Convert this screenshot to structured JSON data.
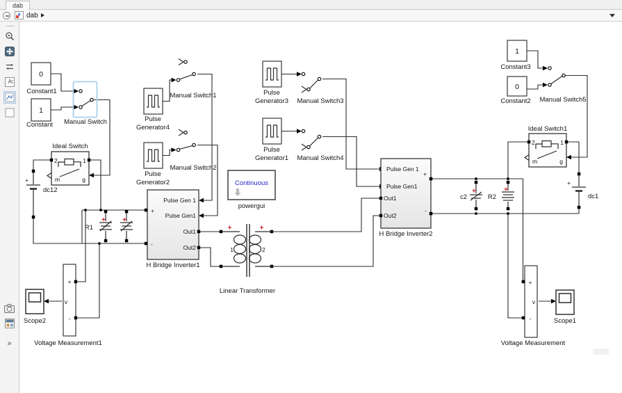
{
  "window": {
    "tab_label": "dab",
    "breadcrumb_model": "dab"
  },
  "sidebar": {
    "icons": [
      "zoom-fit-icon",
      "pan-view-icon",
      "compare-arrows-icon",
      "annotation-icon",
      "signal-curve-icon",
      "blank-region-icon",
      "snapshot-camera-icon",
      "model-panel-icon"
    ],
    "more_label": "»"
  },
  "colors": {
    "selection": "#a8cfec",
    "continuous_blue": "#2626cc",
    "polarity_red": "#cc1111"
  },
  "diagram": {
    "constant1": {
      "value": "0",
      "label": "Constant1"
    },
    "constant": {
      "value": "1",
      "label": "Constant"
    },
    "manual_switch": {
      "label": "Manual Switch"
    },
    "ideal_switch": {
      "label": "Ideal Switch",
      "p2": "2",
      "p1": "1",
      "pm": "m",
      "pg": "g"
    },
    "dc12": {
      "plus": "+",
      "label": "dc12"
    },
    "r1": {
      "label": "R1"
    },
    "pg4": {
      "line1": "Pulse",
      "line2": "Generator4"
    },
    "manual_switch1": {
      "label": "Manual Switch1"
    },
    "pg2": {
      "line1": "Pulse",
      "line2": "Generator2"
    },
    "manual_switch2": {
      "label": "Manual Switch2"
    },
    "hb1": {
      "pg1": "Pulse Gen 1",
      "pg1b": "Pulse Gen1",
      "out1": "Out1",
      "out2": "Out2",
      "plus": "+",
      "minus": "-",
      "label": "H Bridge Inverter1"
    },
    "powergui": {
      "mode": "Continuous",
      "label": "powergui"
    },
    "pg3": {
      "line1": "Pulse",
      "line2": "Generator3"
    },
    "manual_switch3": {
      "label": "Manual Switch3"
    },
    "pg1": {
      "line1": "Pulse",
      "line2": "Generator1"
    },
    "manual_switch4": {
      "label": "Manual Switch4"
    },
    "xfmr": {
      "w1": "1",
      "w2": "2",
      "label": "Linear Transformer"
    },
    "hb2": {
      "pg1": "Pulse Gen 1",
      "pg1b": "Pulse Gen1",
      "out1": "Out1",
      "out2": "Out2",
      "plus": "+",
      "minus": "-",
      "label": "H Bridge Inverter2"
    },
    "c2": {
      "label": "c2"
    },
    "r2": {
      "label": "R2"
    },
    "dc1": {
      "plus": "+",
      "label": "dc1"
    },
    "constant3": {
      "value": "1",
      "label": "Constant3"
    },
    "constant2": {
      "value": "0",
      "label": "Constant2"
    },
    "manual_switch5": {
      "label": "Manual Switch5"
    },
    "ideal_switch1": {
      "label": "Ideal Switch1",
      "p2": "2",
      "p1": "1",
      "pm": "m",
      "pg": "g"
    },
    "vm1": {
      "plus": "+",
      "minus": "-",
      "v": "v",
      "label": "Voltage Measurement1"
    },
    "scope2": {
      "label": "Scope2"
    },
    "vm": {
      "plus": "+",
      "minus": "-",
      "v": "v",
      "label": "Voltage Measurement"
    },
    "scope1": {
      "label": "Scope1"
    }
  }
}
